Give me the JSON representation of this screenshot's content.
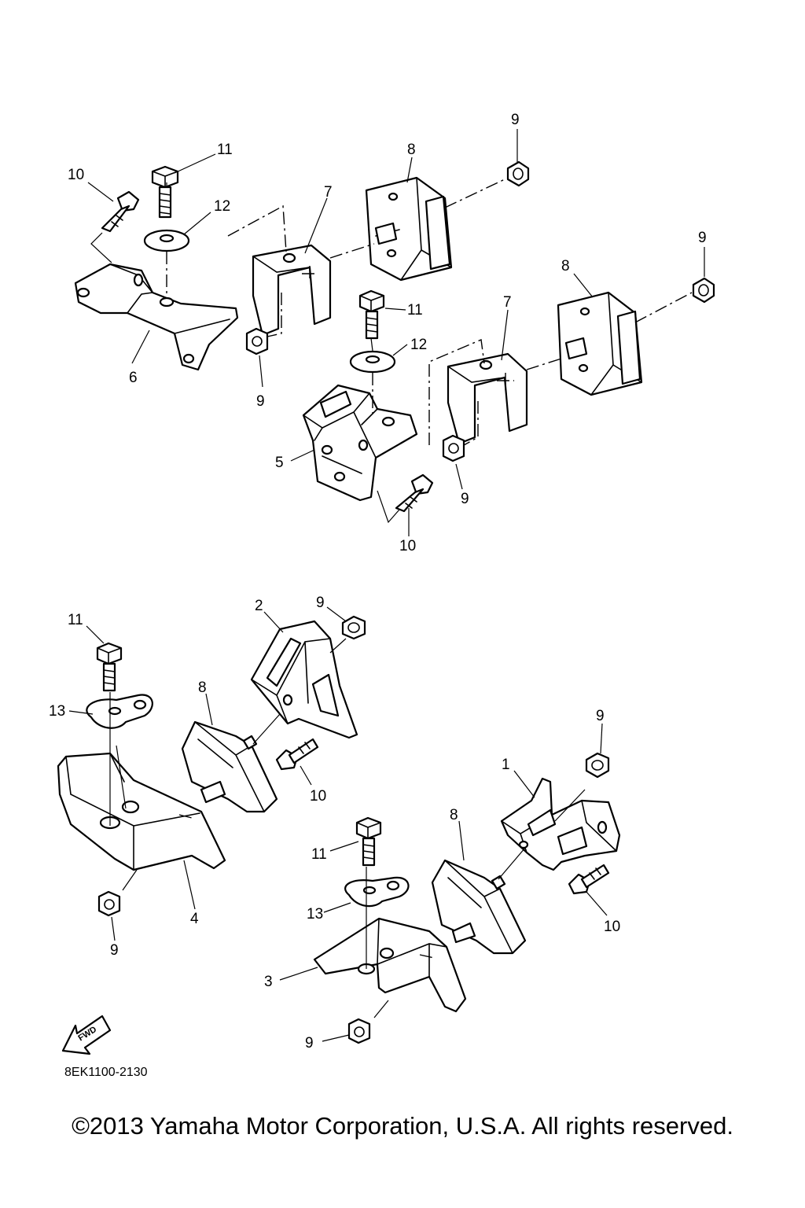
{
  "callouts": {
    "top_left": {
      "c11": "11",
      "c10": "10",
      "c12": "12",
      "c6": "6",
      "c9": "9",
      "c7": "7",
      "c8": "8",
      "c9b": "9"
    },
    "top_right": {
      "c11": "11",
      "c12": "12",
      "c5": "5",
      "c10": "10",
      "c9": "9",
      "c7": "7",
      "c8": "8",
      "c9b": "9"
    },
    "bottom_left": {
      "c11": "11",
      "c13": "13",
      "c9": "9",
      "c2": "2",
      "c8": "8",
      "c10": "10",
      "c4": "4",
      "c9b": "9"
    },
    "bottom_right": {
      "c9": "9",
      "c1": "1",
      "c8": "8",
      "c11": "11",
      "c13": "13",
      "c3": "3",
      "c10": "10",
      "c9b": "9"
    }
  },
  "fwd_label": "FWD",
  "reference_code": "8EK1100-2130",
  "copyright": "©2013 Yamaha Motor Corporation, U.S.A. All rights reserved."
}
